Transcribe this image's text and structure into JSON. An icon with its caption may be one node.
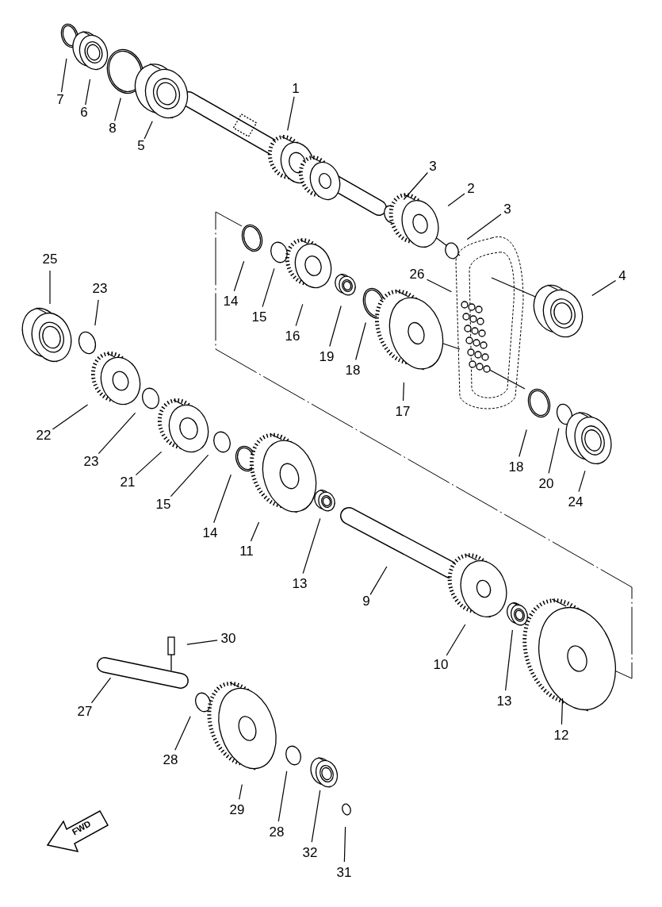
{
  "diagram": {
    "nodes": [
      {
        "text": [
          "7"
        ]
      },
      {
        "text": [
          "6"
        ]
      },
      {
        "text": [
          "8"
        ]
      },
      {
        "text": [
          "5"
        ]
      },
      {
        "text": [
          "1"
        ]
      },
      {
        "text": [
          "3"
        ]
      },
      {
        "text": [
          "2"
        ]
      },
      {
        "text": [
          "3"
        ]
      },
      {
        "text": [
          "4"
        ]
      },
      {
        "text": [
          "25"
        ]
      },
      {
        "text": [
          "23"
        ]
      },
      {
        "text": [
          "14"
        ]
      },
      {
        "text": [
          "15"
        ]
      },
      {
        "text": [
          "16"
        ]
      },
      {
        "text": [
          "19"
        ]
      },
      {
        "text": [
          "18"
        ]
      },
      {
        "text": [
          "26"
        ]
      },
      {
        "text": [
          "17"
        ]
      },
      {
        "text": [
          "22"
        ]
      },
      {
        "text": [
          "23"
        ]
      },
      {
        "text": [
          "21"
        ]
      },
      {
        "text": [
          "15"
        ]
      },
      {
        "text": [
          "14"
        ]
      },
      {
        "text": [
          "11"
        ]
      },
      {
        "text": [
          "13"
        ]
      },
      {
        "text": [
          "9"
        ]
      },
      {
        "text": [
          "18"
        ]
      },
      {
        "text": [
          "20"
        ]
      },
      {
        "text": [
          "24"
        ]
      },
      {
        "text": [
          "10"
        ]
      },
      {
        "text": [
          "13"
        ]
      },
      {
        "text": [
          "12"
        ]
      },
      {
        "text": [
          "30"
        ]
      },
      {
        "text": [
          "27"
        ]
      },
      {
        "text": [
          "28"
        ]
      },
      {
        "text": [
          "29"
        ]
      },
      {
        "text": [
          "28"
        ]
      },
      {
        "text": [
          "32"
        ]
      },
      {
        "text": [
          "31"
        ]
      }
    ],
    "edges": [
      {
        "from": 0,
        "to": null,
        "arrow": "none"
      },
      {
        "from": 1,
        "to": null,
        "arrow": "none"
      },
      {
        "from": 2,
        "to": null,
        "arrow": "none"
      },
      {
        "from": 3,
        "to": null,
        "arrow": "none"
      },
      {
        "from": 4,
        "to": null,
        "arrow": "none"
      },
      {
        "from": 5,
        "to": null,
        "arrow": "none"
      },
      {
        "from": 6,
        "to": null,
        "arrow": "none"
      },
      {
        "from": 7,
        "to": null,
        "arrow": "none"
      },
      {
        "from": 8,
        "to": null,
        "arrow": "none"
      },
      {
        "from": 9,
        "to": null,
        "arrow": "none"
      },
      {
        "from": 10,
        "to": null,
        "arrow": "none"
      },
      {
        "from": 11,
        "to": null,
        "arrow": "none"
      },
      {
        "from": 12,
        "to": null,
        "arrow": "none"
      },
      {
        "from": 13,
        "to": null,
        "arrow": "none"
      },
      {
        "from": 14,
        "to": null,
        "arrow": "none"
      },
      {
        "from": 15,
        "to": null,
        "arrow": "none"
      },
      {
        "from": 16,
        "to": null,
        "arrow": "none"
      },
      {
        "from": 17,
        "to": null,
        "arrow": "none"
      },
      {
        "from": 18,
        "to": null,
        "arrow": "none"
      },
      {
        "from": 19,
        "to": null,
        "arrow": "none"
      },
      {
        "from": 20,
        "to": null,
        "arrow": "none"
      },
      {
        "from": 21,
        "to": null,
        "arrow": "none"
      },
      {
        "from": 22,
        "to": null,
        "arrow": "none"
      },
      {
        "from": 23,
        "to": null,
        "arrow": "none"
      },
      {
        "from": 24,
        "to": null,
        "arrow": "none"
      },
      {
        "from": 25,
        "to": null,
        "arrow": "none"
      },
      {
        "from": 26,
        "to": null,
        "arrow": "none"
      },
      {
        "from": 27,
        "to": null,
        "arrow": "none"
      },
      {
        "from": 28,
        "to": null,
        "arrow": "none"
      },
      {
        "from": 29,
        "to": null,
        "arrow": "none"
      },
      {
        "from": 30,
        "to": null,
        "arrow": "none"
      },
      {
        "from": 31,
        "to": null,
        "arrow": "none"
      },
      {
        "from": 32,
        "to": null,
        "arrow": "none"
      },
      {
        "from": 33,
        "to": null,
        "arrow": "none"
      },
      {
        "from": 34,
        "to": null,
        "arrow": "none"
      },
      {
        "from": 35,
        "to": null,
        "arrow": "none"
      },
      {
        "from": 36,
        "to": null,
        "arrow": "none"
      },
      {
        "from": 37,
        "to": null,
        "arrow": "none"
      },
      {
        "from": 38,
        "to": null,
        "arrow": "none"
      }
    ],
    "labels": [
      "FWD"
    ]
  }
}
